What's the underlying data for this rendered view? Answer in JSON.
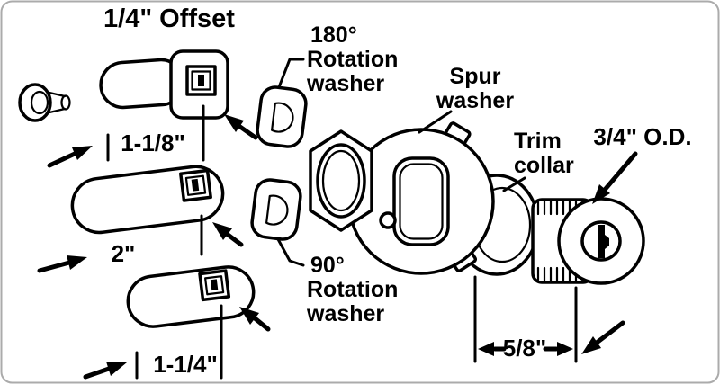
{
  "colors": {
    "line": "#000000",
    "background": "#ffffff",
    "frame_border": "#ababab"
  },
  "labels": {
    "offset_title": "1/4\" Offset",
    "washer_180": [
      "180°",
      "Rotation",
      "washer"
    ],
    "washer_90": [
      "90°",
      "Rotation",
      "washer"
    ],
    "spur_washer": [
      "Spur",
      "washer"
    ],
    "trim_collar": [
      "Trim",
      "collar"
    ],
    "od_3_4": "3/4\" O.D.",
    "dim_1_1_8": "1-1/8\"",
    "dim_2": "2\"",
    "dim_1_1_4": "1-1/4\"",
    "dim_5_8": "5/8\""
  }
}
